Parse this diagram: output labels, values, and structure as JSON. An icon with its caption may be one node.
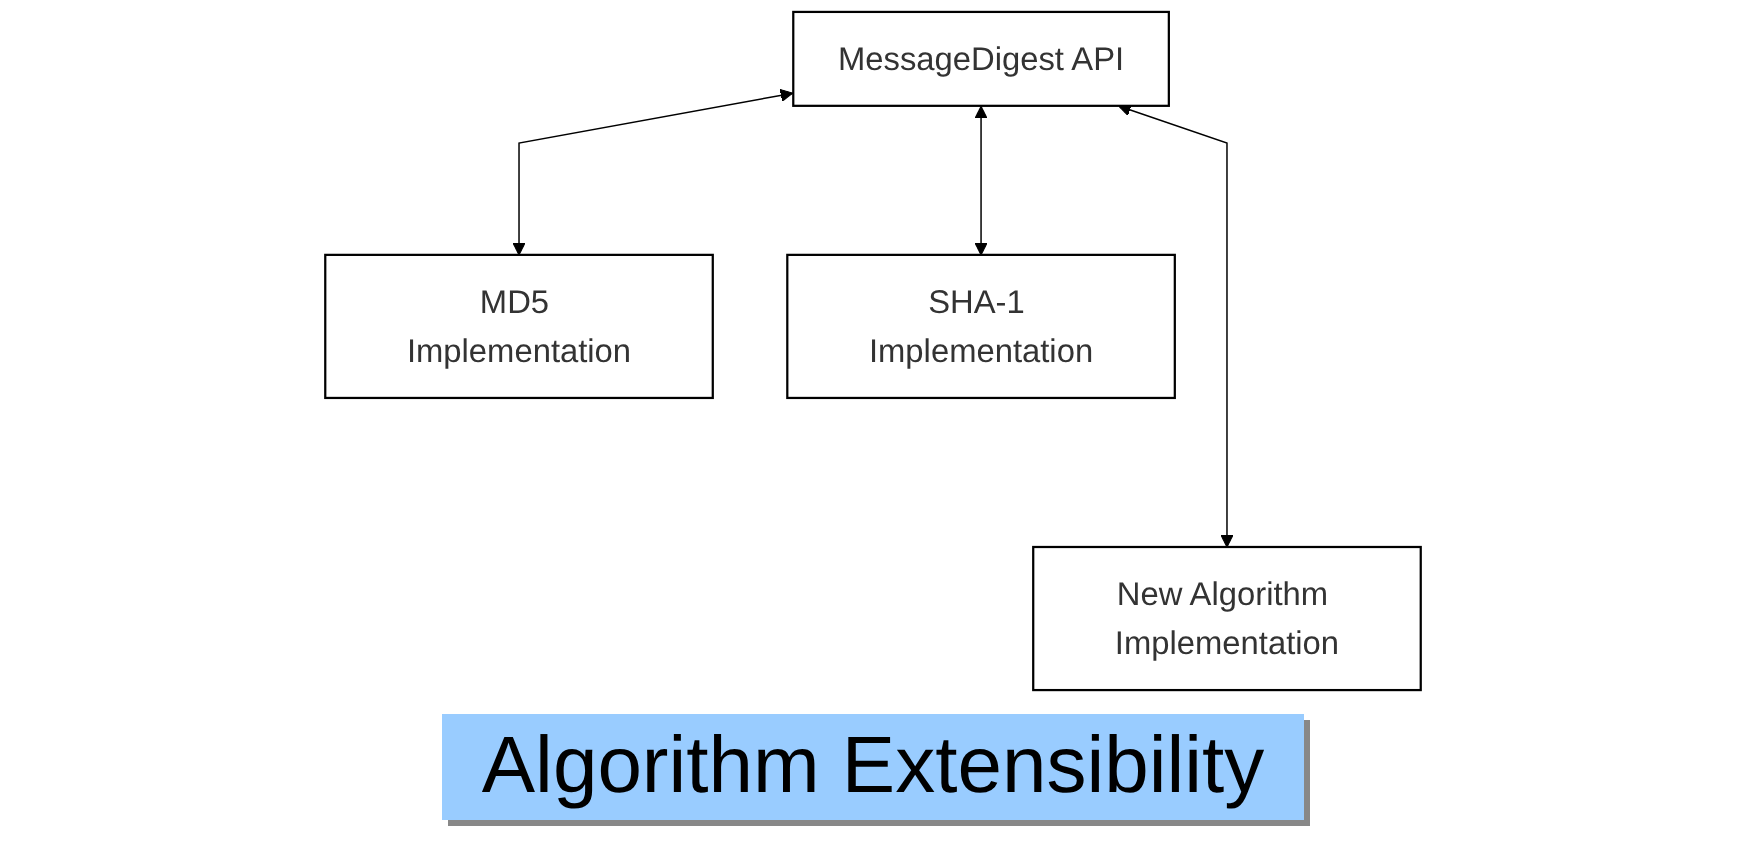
{
  "diagram": {
    "caption": "Algorithm Extensibility",
    "nodes": [
      {
        "text": [
          "MessageDigest API"
        ]
      },
      {
        "text": [
          "MD5 Implementation"
        ]
      },
      {
        "text": [
          "SHA-1 Implementation"
        ]
      },
      {
        "text": [
          "New Algorithm Implementation"
        ]
      }
    ],
    "edges": [
      {
        "from": 0,
        "to": 1,
        "arrow": "both"
      },
      {
        "from": 0,
        "to": 3,
        "arrow": "both"
      },
      {
        "from": 0,
        "to": 2,
        "arrow": "both"
      }
    ]
  }
}
